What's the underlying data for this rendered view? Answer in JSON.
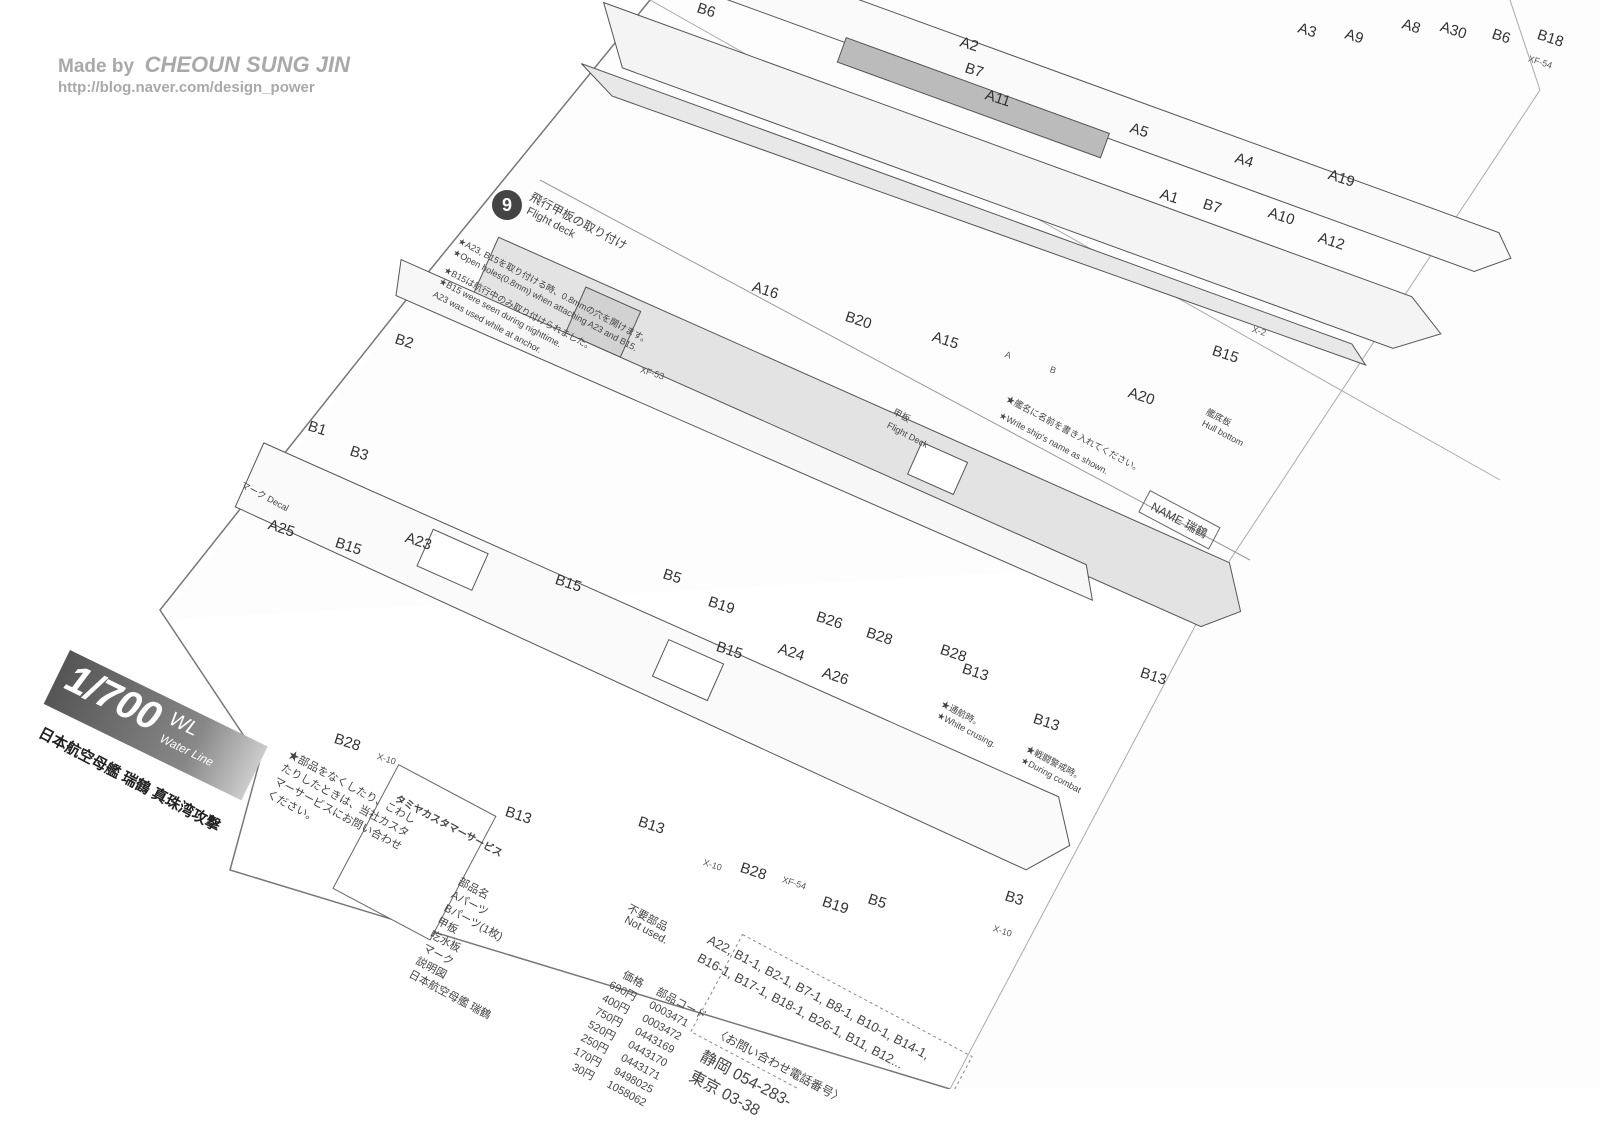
{
  "watermark": {
    "line1_prefix": "Made by",
    "line1_name": "CHEOUN SUNG JIN",
    "line2": "http://blog.naver.com/design_power"
  },
  "step": {
    "number": "9",
    "title_jp": "飛行甲板の取り付け",
    "title_en": "Flight deck",
    "notes": [
      "★A23, B15を取り付ける時、0.8mmの穴を開けます。",
      "★Open holes(0.8mm) when attaching A23 and B15.",
      "★B15は航行中のみ取り付けられました。",
      "★B15 were seen during nighttime.",
      "A23 was used while at anchor."
    ]
  },
  "annotations": {
    "flight_deck_jp": "甲板",
    "flight_deck": "Flight Deck",
    "hull_bottom_jp": "艦底板",
    "hull_bottom": "Hull bottom",
    "ship_name_jp": "★艦名に名前を書き入れてください。",
    "ship_name": "★Write ship's name as shown.",
    "name_box": "NAME 瑞鶴",
    "cruising_jp": "★通航時。",
    "cruising": "★White crusing.",
    "combat_jp": "★戦闘警戒時。",
    "combat": "★During combat",
    "decal": "マーク Decal"
  },
  "parts": [
    "B6",
    "A8",
    "A30",
    "B6",
    "B18",
    "XF-54",
    "A3",
    "A9",
    "A2",
    "B7",
    "A11",
    "A5",
    "A4",
    "A19",
    "A1",
    "B7",
    "A10",
    "A12",
    "A16",
    "B20",
    "A15",
    "A20",
    "B15",
    "X-2",
    "B2",
    "B1",
    "B3",
    "XF-53",
    "A25",
    "B15",
    "A23",
    "B15",
    "B5",
    "B19",
    "B26",
    "B28",
    "B28",
    "B15",
    "A24",
    "A26",
    "B13",
    "B13",
    "B13",
    "B28",
    "B13",
    "B13",
    "B28",
    "B19",
    "B5",
    "B3",
    "X-10",
    "X-10",
    "X-10",
    "XF-54",
    "A",
    "B"
  ],
  "scale": {
    "value": "1/700",
    "series": "WL",
    "subtitle": "Water Line"
  },
  "title_jp": "日本航空母艦 瑞鶴 真珠湾攻撃",
  "service_box": "タミヤカスタマーサービス",
  "customer_note": "★部品をなくしたり、こわしたりしたときは、当社カスタマーサービスにお問い合わせください。",
  "not_used": {
    "label_jp": "不要部品",
    "label_en": "Not used.",
    "line1": "A22, B1-1, B2-1, B7-1, B8-1, B10-1, B14-1,",
    "line2": "B16-1, B17-1, B18-1, B26-1, B11, B12..."
  },
  "parts_table": {
    "items": [
      "部品名",
      "Aパーツ",
      "Bパーツ(1枚)",
      "甲板",
      "吃水板",
      "マーク",
      "説明図",
      "日本航空母艦 瑞鶴"
    ],
    "prices": [
      "価格",
      "690円",
      "400円",
      "750円",
      "520円",
      "250円",
      "170円",
      "30円"
    ],
    "codes": [
      "部品コード",
      "0003471",
      "0003472",
      "0443169",
      "0443170",
      "0443171",
      "9498025",
      "1058062"
    ]
  },
  "contact": {
    "label": "〈お問い合わせ電話番号〉",
    "shizuoka": "静岡 054-283-",
    "tokyo": "東京 03-38"
  }
}
